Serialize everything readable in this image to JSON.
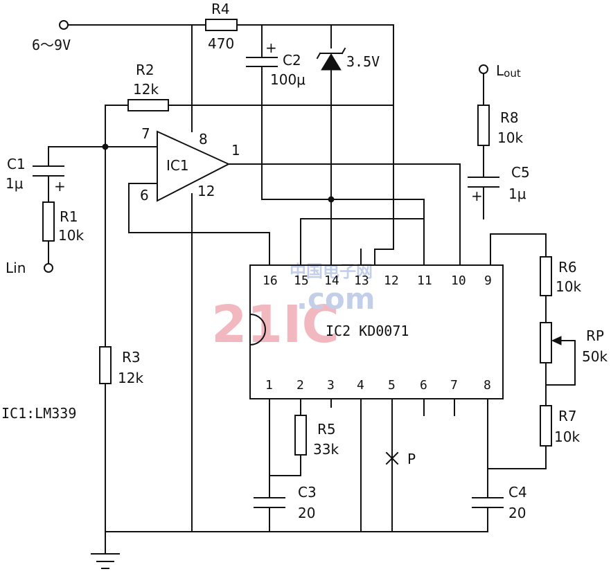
{
  "watermark": {
    "brand": "21IC",
    "domain": ".com",
    "site": "中国电子网"
  },
  "supply": {
    "label": "6～9V"
  },
  "note": "IC1:LM339",
  "components": {
    "r1": {
      "ref": "R1",
      "value": "10k"
    },
    "r2": {
      "ref": "R2",
      "value": "12k"
    },
    "r3": {
      "ref": "R3",
      "value": "12k"
    },
    "r4": {
      "ref": "R4",
      "value": "470"
    },
    "r5": {
      "ref": "R5",
      "value": "33k"
    },
    "r6": {
      "ref": "R6",
      "value": "10k"
    },
    "r7": {
      "ref": "R7",
      "value": "10k"
    },
    "r8": {
      "ref": "R8",
      "value": "10k"
    },
    "rp": {
      "ref": "RP",
      "value": "50k"
    },
    "c1": {
      "ref": "C1",
      "value": "1μ"
    },
    "c2": {
      "ref": "C2",
      "value": "100μ"
    },
    "c3": {
      "ref": "C3",
      "value": "20"
    },
    "c4": {
      "ref": "C4",
      "value": "20"
    },
    "c5": {
      "ref": "C5",
      "value": "1μ"
    },
    "zener": {
      "value": "3.5V"
    },
    "ic1": {
      "ref": "IC1",
      "pins": {
        "p7": "7",
        "p8": "8",
        "p1": "1",
        "p6": "6",
        "p12": "12"
      }
    },
    "ic2": {
      "label": "IC2 KD0071",
      "top_pins": [
        "16",
        "15",
        "14",
        "13",
        "12",
        "11",
        "10",
        "9"
      ],
      "bottom_pins": [
        "1",
        "2",
        "3",
        "4",
        "5",
        "6",
        "7",
        "8"
      ]
    }
  },
  "ports": {
    "lin": "Lin",
    "lout_main": "L",
    "lout_sub": "out",
    "test_point": "P"
  },
  "polarity": {
    "plus": "+"
  }
}
